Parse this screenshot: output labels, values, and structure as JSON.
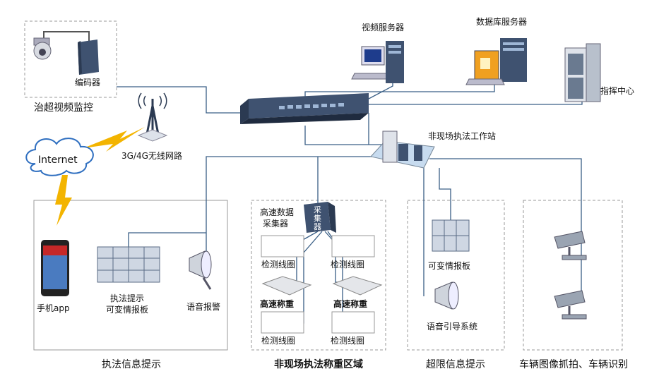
{
  "zones": {
    "video_monitor": {
      "title": "治超视频监控",
      "encoder": "编码器"
    },
    "enforcement_info": {
      "title": "执法信息提示",
      "phone": "手机app",
      "board": [
        "执法提示",
        "可变情报板"
      ],
      "speaker": "语音报警"
    },
    "weighing_zone": {
      "title": "非现场执法称重区域",
      "collector": [
        "高速数据",
        "采集器"
      ],
      "collector_box": [
        "采",
        "集",
        "器"
      ],
      "coil": "检测线圈",
      "scale": "高速称重"
    },
    "overlimit_info": {
      "title": "超限信息提示",
      "board": "可变情报板",
      "speaker": "语音引导系统"
    },
    "vehicle_capture": {
      "title": "车辆图像抓拍、车辆识别"
    }
  },
  "nodes": {
    "video_server": "视频服务器",
    "db_server": "数据库服务器",
    "command_center": "指挥中心",
    "wireless": "3G/4G无线网路",
    "internet": "Internet",
    "workstation": "非现场执法工作站"
  },
  "colors": {
    "line": "#3a5f86",
    "dash": "#9a9a9a",
    "switch": "#3f5270",
    "lightning": "#f3b400"
  }
}
